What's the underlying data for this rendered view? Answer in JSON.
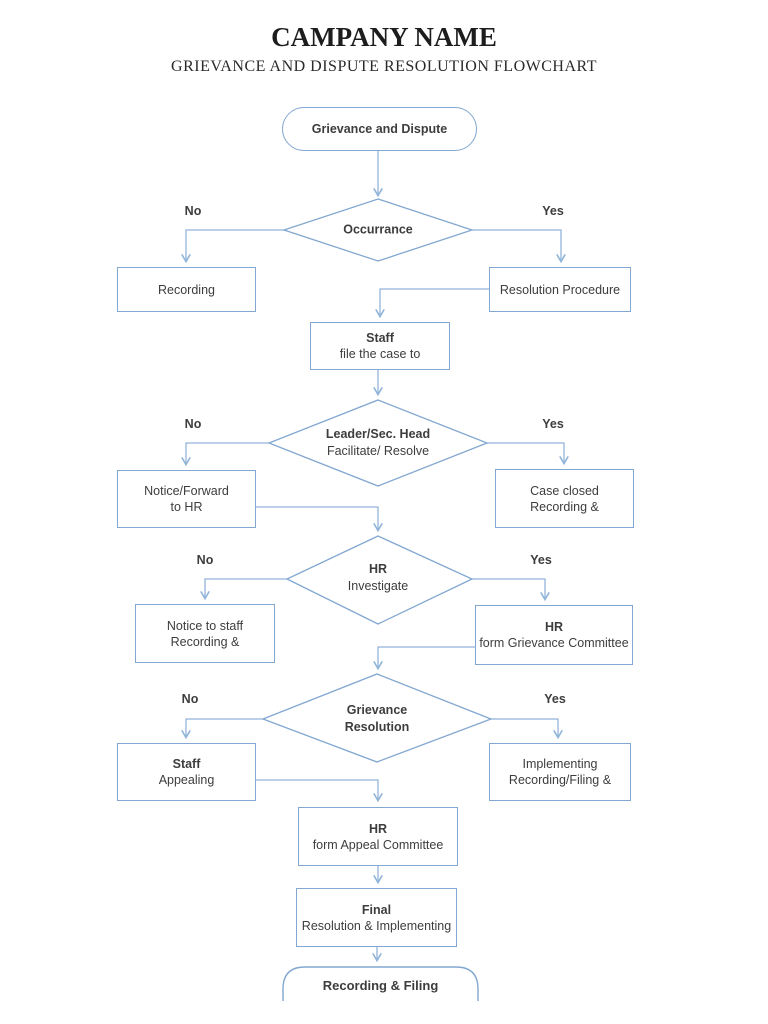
{
  "title": "CAMPANY NAME",
  "subtitle": "GRIEVANCE AND DISPUTE RESOLUTION FLOWCHART",
  "colors": {
    "shape_border": "#82a7d0",
    "line": "#92b5da",
    "text": "#3d3d3d"
  },
  "nodes": {
    "start": {
      "shape": "stadium",
      "label": "Grievance and Dispute"
    },
    "occurrence": {
      "shape": "diamond",
      "label": "Occurrance"
    },
    "recording": {
      "shape": "rect",
      "label": "Recording"
    },
    "resolution_procedure": {
      "shape": "rect",
      "label": "Resolution Procedure"
    },
    "staff_file": {
      "shape": "rect",
      "line1": "Staff",
      "line2": "file the case to"
    },
    "leader_head": {
      "shape": "diamond",
      "line1": "Leader/Sec. Head",
      "line2": "Facilitate/ Resolve"
    },
    "notice_forward": {
      "shape": "rect",
      "line1": "Notice/Forward",
      "line2": "to HR"
    },
    "case_closed": {
      "shape": "rect",
      "line1": "Case closed",
      "line2": "Recording &"
    },
    "hr_investigate": {
      "shape": "diamond",
      "line1": "HR",
      "line2": "Investigate"
    },
    "notice_staff": {
      "shape": "rect",
      "line1": "Notice to staff",
      "line2": "Recording &"
    },
    "hr_grievance": {
      "shape": "rect",
      "line1": "HR",
      "line2": "form Grievance Committee"
    },
    "grievance_resolution": {
      "shape": "diamond",
      "line1": "Grievance",
      "line2": "Resolution"
    },
    "staff_appealing": {
      "shape": "rect",
      "line1": "Staff",
      "line2": "Appealing"
    },
    "implementing": {
      "shape": "rect",
      "line1": "Implementing",
      "line2": "Recording/Filing &"
    },
    "hr_appeal": {
      "shape": "rect",
      "line1": "HR",
      "line2": "form Appeal Committee"
    },
    "final": {
      "shape": "rect",
      "line1": "Final",
      "line2": "Resolution & Implementing"
    },
    "end": {
      "shape": "stadium",
      "label": "Recording & Filing"
    }
  },
  "branches": {
    "occurrence": {
      "no": "No",
      "yes": "Yes"
    },
    "leader_head": {
      "no": "No",
      "yes": "Yes"
    },
    "hr_investigate": {
      "no": "No",
      "yes": "Yes"
    },
    "grievance_resolution": {
      "no": "No",
      "yes": "Yes"
    }
  },
  "edges": [
    {
      "from": "start",
      "to": "occurrence"
    },
    {
      "from": "occurrence",
      "to": "recording",
      "label": "No"
    },
    {
      "from": "occurrence",
      "to": "resolution_procedure",
      "label": "Yes"
    },
    {
      "from": "resolution_procedure",
      "to": "staff_file"
    },
    {
      "from": "staff_file",
      "to": "leader_head"
    },
    {
      "from": "leader_head",
      "to": "notice_forward",
      "label": "No"
    },
    {
      "from": "leader_head",
      "to": "case_closed",
      "label": "Yes"
    },
    {
      "from": "notice_forward",
      "to": "hr_investigate"
    },
    {
      "from": "hr_investigate",
      "to": "notice_staff",
      "label": "No"
    },
    {
      "from": "hr_investigate",
      "to": "hr_grievance",
      "label": "Yes"
    },
    {
      "from": "hr_grievance",
      "to": "grievance_resolution"
    },
    {
      "from": "grievance_resolution",
      "to": "staff_appealing",
      "label": "No"
    },
    {
      "from": "grievance_resolution",
      "to": "implementing",
      "label": "Yes"
    },
    {
      "from": "staff_appealing",
      "to": "hr_appeal"
    },
    {
      "from": "hr_appeal",
      "to": "final"
    },
    {
      "from": "final",
      "to": "end"
    }
  ]
}
